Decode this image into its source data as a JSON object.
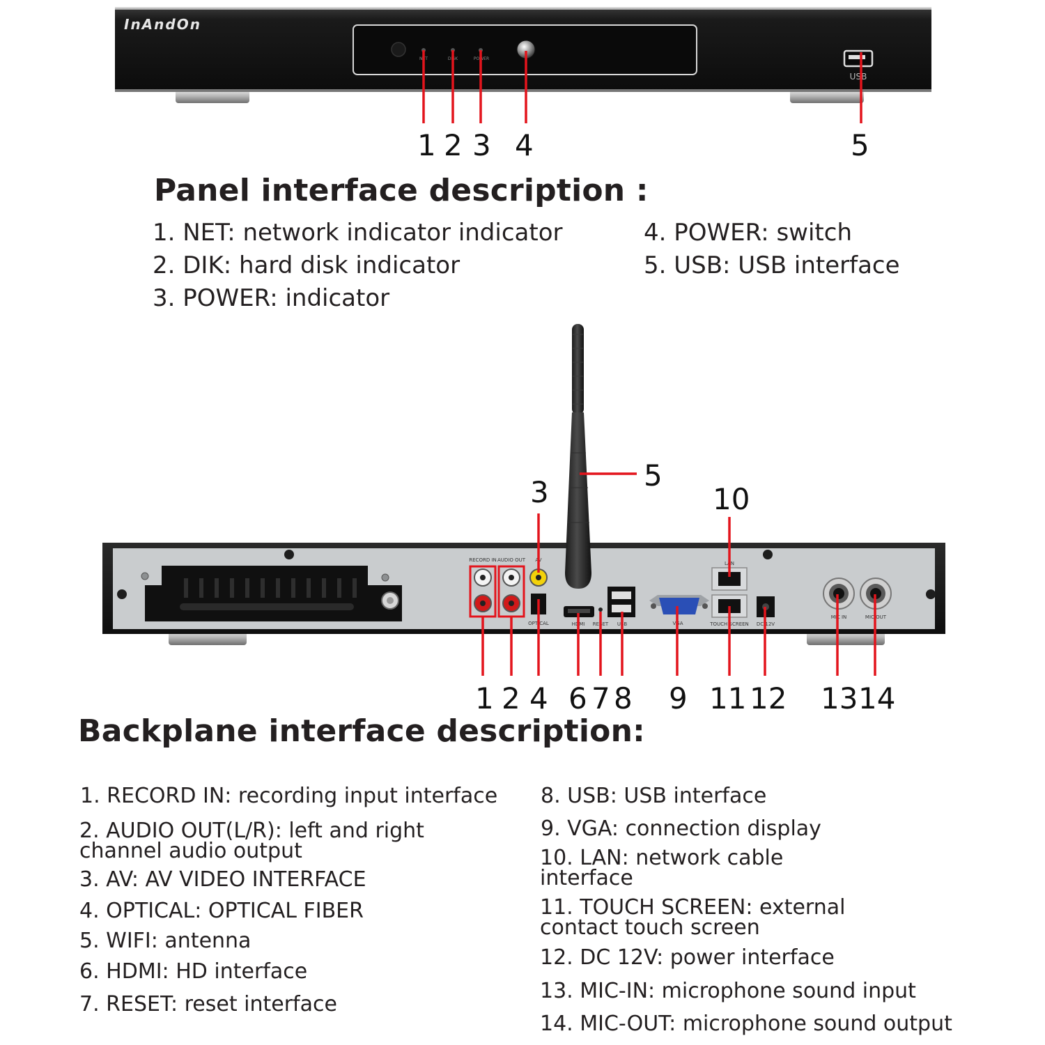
{
  "brand": "InAndOn",
  "front_labels": {
    "net": "NET",
    "disk": "DISK",
    "power": "POWER",
    "usb": "USB"
  },
  "front_callouts": [
    "1",
    "2",
    "3",
    "4",
    "5"
  ],
  "panel": {
    "title": "Panel interface description :",
    "items": [
      "1. NET: network indicator indicator",
      "2. DIK: hard disk indicator",
      "3. POWER: indicator",
      "4. POWER: switch",
      "5.  USB: USB interface"
    ]
  },
  "back_labels": {
    "record_in": "RECORD IN",
    "audio_out": "AUDIO OUT",
    "av": "AV",
    "optical": "OPTICAL",
    "hdmi": "HDMI",
    "reset": "RESET",
    "usb": "USB",
    "vga": "VGA",
    "lan": "LAN",
    "touch_screen": "TOUCH SCREEN",
    "dc12v": "DC 12V",
    "mic_in": "MIC IN",
    "mic_out": "MIC OUT"
  },
  "back_callouts": [
    "1",
    "2",
    "3",
    "4",
    "5",
    "6",
    "7",
    "8",
    "9",
    "10",
    "11",
    "12",
    "13",
    "14"
  ],
  "backplane": {
    "title": "Backplane interface description:",
    "items": [
      "1. RECORD IN: recording input interface",
      "2. AUDIO OUT(L/R): left and right channel audio output",
      "3. AV:  AV VIDEO INTERFACE",
      "4. OPTICAL: OPTICAL FIBER",
      "5. WIFI: antenna",
      "6.  HDMI: HD interface",
      "7.  RESET: reset interface",
      "8. USB: USB interface",
      "9. VGA: connection display",
      "10. LAN: network cable interface",
      "11. TOUCH SCREEN: external contact touch screen",
      "12. DC 12V: power interface",
      "13. MIC-IN: microphone sound input",
      "14.  MIC-OUT: microphone sound output"
    ]
  },
  "colors": {
    "callout_red": "#e3141c",
    "device_black": "#141414",
    "back_panel_grey": "#c9ccce"
  }
}
